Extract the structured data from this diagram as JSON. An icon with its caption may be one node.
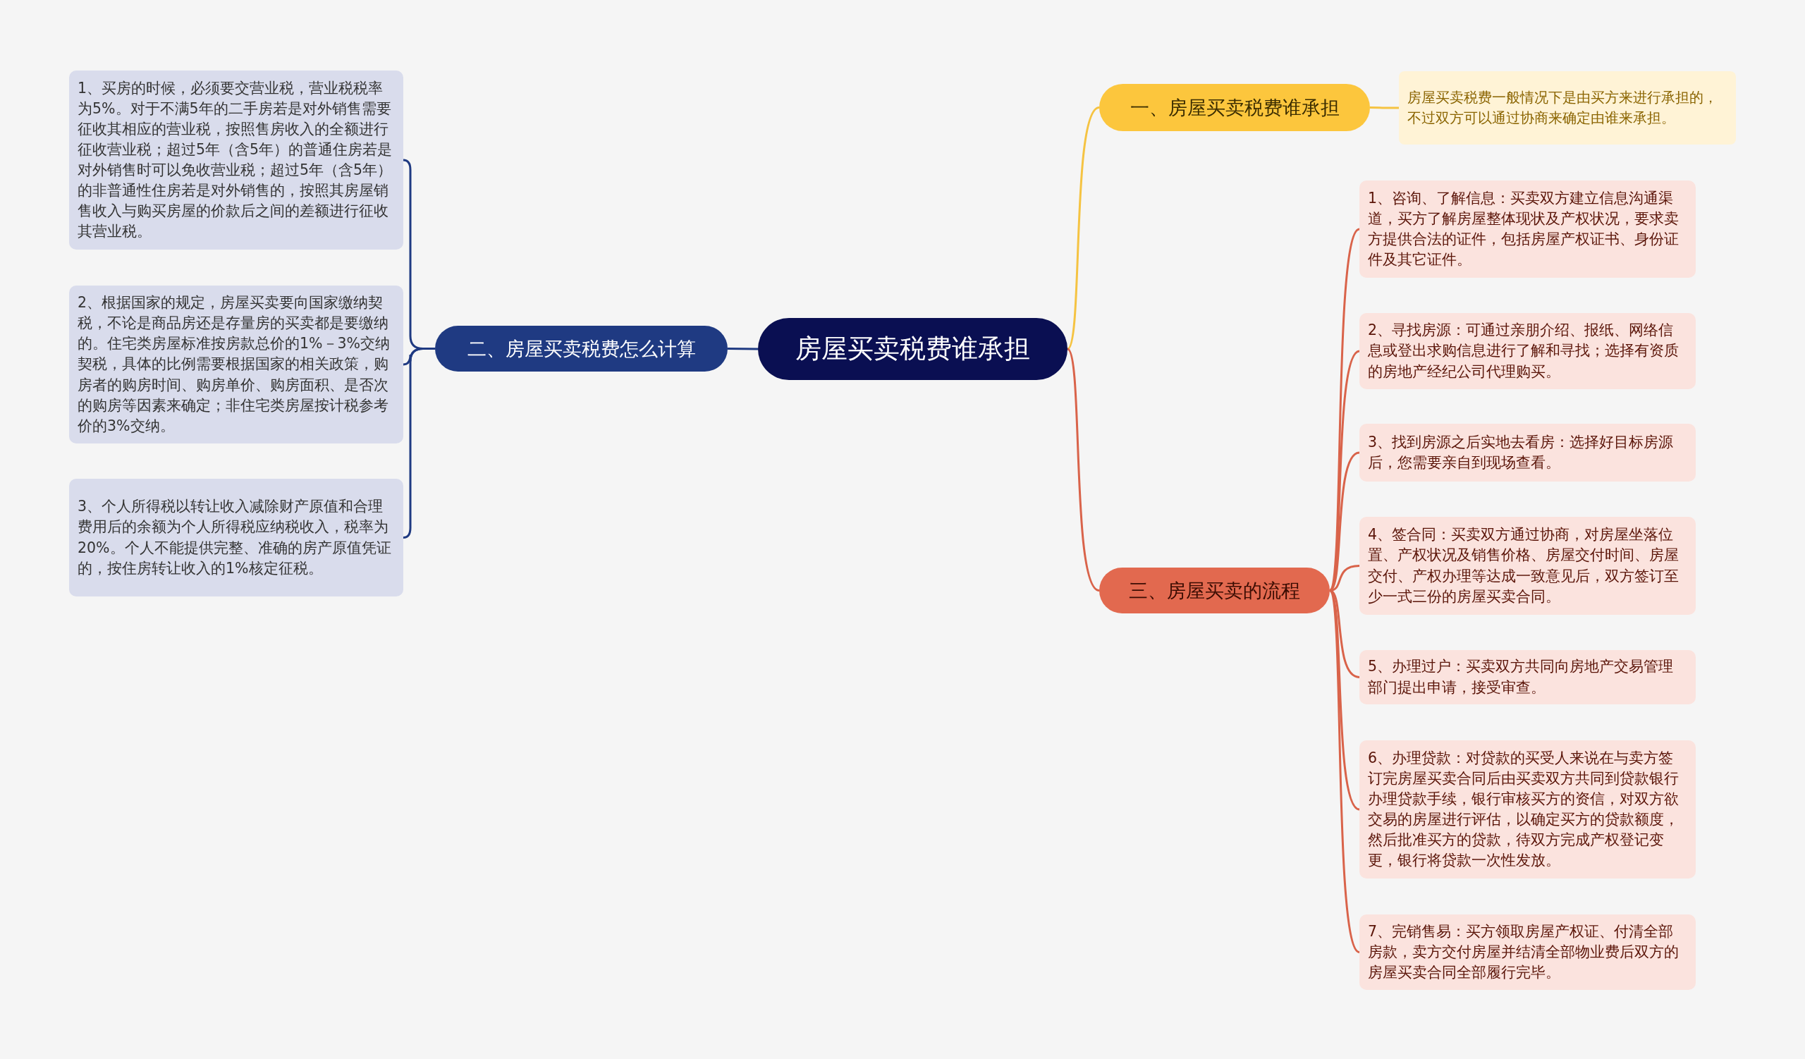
{
  "diagram": {
    "nodes": [
      {
        "text": [
          "房屋买卖税费谁承担"
        ]
      },
      {
        "text": [
          "一、房屋买卖税费谁承担"
        ]
      },
      {
        "text": [
          "房屋买卖税费一般情况下是由买方来进行承担的，不过双方可以通过协商来确定由谁来承担。"
        ]
      },
      {
        "text": [
          "二、房屋买卖税费怎么计算"
        ]
      },
      {
        "text": [
          "1、买房的时候，必须要交营业税，营业税税率为5%。对于不满5年的二手房若是对外销售需要征收其相应的营业税，按照售房收入的全额进行征收营业税；超过5年（含5年）的普通住房若是对外销售时可以免收营业税；超过5年（含5年）的非普通性住房若是对外销售的，按照其房屋销售收入与购买房屋的价款后之间的差额进行征收其营业税。"
        ]
      },
      {
        "text": [
          "2、根据国家的规定，房屋买卖要向国家缴纳契税，不论是商品房还是存量房的买卖都是要缴纳的。住宅类房屋标准按房款总价的1%－3%交纳契税，具体的比例需要根据国家的相关政策，购房者的购房时间、购房单价、购房面积、是否次的购房等因素来确定；非住宅类房屋按计税参考价的3%交纳。"
        ]
      },
      {
        "text": [
          "3、个人所得税以转让收入减除财产原值和合理费用后的余额为个人所得税应纳税收入，税率为20%。个人不能提供完整、准确的房产原值凭证的，按住房转让收入的1%核定征税。"
        ]
      },
      {
        "text": [
          "三、房屋买卖的流程"
        ]
      },
      {
        "text": [
          "1、咨询、了解信息：买卖双方建立信息沟通渠道，买方了解房屋整体现状及产权状况，要求卖方提供合法的证件，包括房屋产权证书、身份证件及其它证件。"
        ]
      },
      {
        "text": [
          "2、寻找房源：可通过亲朋介绍、报纸、网络信息或登出求购信息进行了解和寻找；选择有资质的房地产经纪公司代理购买。"
        ]
      },
      {
        "text": [
          "3、找到房源之后实地去看房：选择好目标房源后，您需要亲自到现场查看。"
        ]
      },
      {
        "text": [
          "4、签合同：买卖双方通过协商，对房屋坐落位置、产权状况及销售价格、房屋交付时间、房屋交付、产权办理等达成一致意见后，双方签订至少一式三份的房屋买卖合同。"
        ]
      },
      {
        "text": [
          "5、办理过户：买卖双方共同向房地产交易管理部门提出申请，接受审查。"
        ]
      },
      {
        "text": [
          "6、办理贷款：对贷款的买受人来说在与卖方签订完房屋买卖合同后由买卖双方共同到贷款银行办理贷款手续，银行审核买方的资信，对双方欲交易的房屋进行评估，以确定买方的贷款额度，然后批准买方的贷款，待双方完成产权登记变更，银行将贷款一次性发放。"
        ]
      },
      {
        "text": [
          "7、完销售易：买方领取房屋产权证、付清全部房款，卖方交付房屋并结清全部物业费后双方的房屋买卖合同全部履行完毕。"
        ]
      }
    ],
    "edges": [
      {
        "from": 0,
        "to": 1,
        "arrow": "none",
        "color": "#f5c342"
      },
      {
        "from": 1,
        "to": 2,
        "arrow": "none",
        "color": "#f5c342"
      },
      {
        "from": 0,
        "to": 3,
        "arrow": "none",
        "color": "#1f3a82"
      },
      {
        "from": 3,
        "to": 4,
        "arrow": "none",
        "color": "#1f3a82"
      },
      {
        "from": 3,
        "to": 5,
        "arrow": "none",
        "color": "#1f3a82"
      },
      {
        "from": 3,
        "to": 6,
        "arrow": "none",
        "color": "#1f3a82"
      },
      {
        "from": 0,
        "to": 7,
        "arrow": "none"
      },
      {
        "from": 7,
        "to": 8,
        "arrow": "none"
      },
      {
        "from": 7,
        "to": 9,
        "arrow": "none"
      },
      {
        "from": 7,
        "to": 10,
        "arrow": "none"
      },
      {
        "from": 7,
        "to": 11,
        "arrow": "none"
      },
      {
        "from": 7,
        "to": 12,
        "arrow": "none"
      },
      {
        "from": 7,
        "to": 13,
        "arrow": "none"
      },
      {
        "from": 7,
        "to": 14,
        "arrow": "none"
      }
    ]
  }
}
